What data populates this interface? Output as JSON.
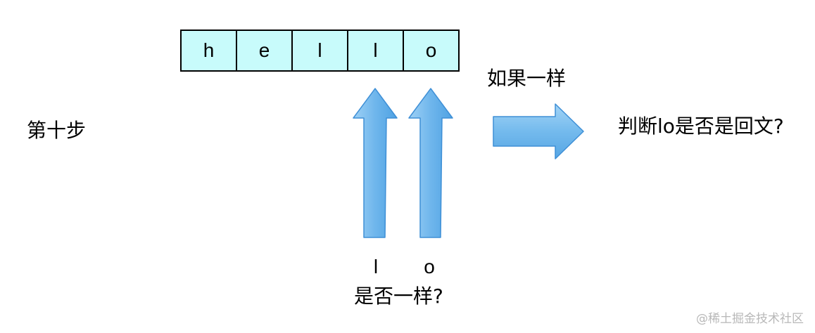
{
  "array": {
    "cells": [
      "h",
      "e",
      "l",
      "l",
      "o"
    ]
  },
  "step_label": "第十步",
  "pointers": {
    "left_char": "l",
    "right_char": "o",
    "question": "是否一样?"
  },
  "condition_label": "如果一样",
  "result_label": "判断lo是否是回文?",
  "watermark": "@稀土掘金技术社区",
  "colors": {
    "cell_fill": "#c8fbfb",
    "arrow_fill": "#6fb6ec",
    "arrow_stroke": "#3e8fd6"
  }
}
